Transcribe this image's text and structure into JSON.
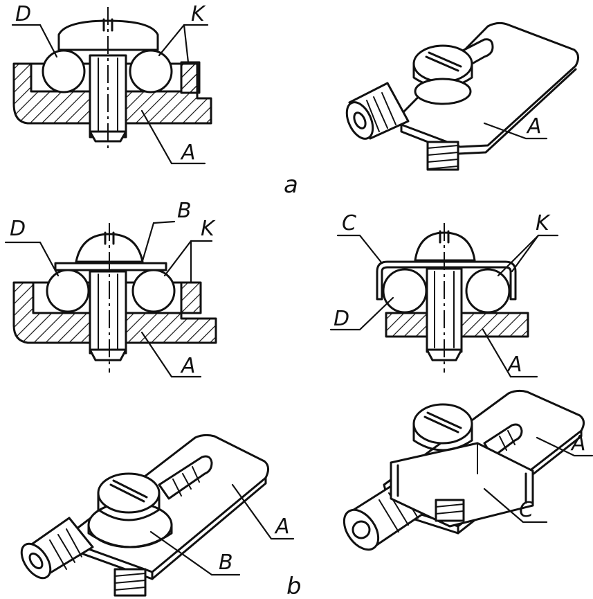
{
  "figure": {
    "caption_a": "a",
    "caption_b": "b",
    "panel_a_section": {
      "label_D": "D",
      "label_K": "K",
      "label_A": "A"
    },
    "panel_a_iso": {
      "label_A": "A"
    },
    "panel_b_section_washer": {
      "label_D": "D",
      "label_B": "B",
      "label_K": "K",
      "label_A": "A"
    },
    "panel_b_section_clip": {
      "label_C": "C",
      "label_K": "K",
      "label_D": "D",
      "label_A": "A"
    },
    "panel_b_iso_washer": {
      "label_A": "A",
      "label_B": "B"
    },
    "panel_b_iso_clip": {
      "label_A": "A",
      "label_C": "C"
    }
  }
}
